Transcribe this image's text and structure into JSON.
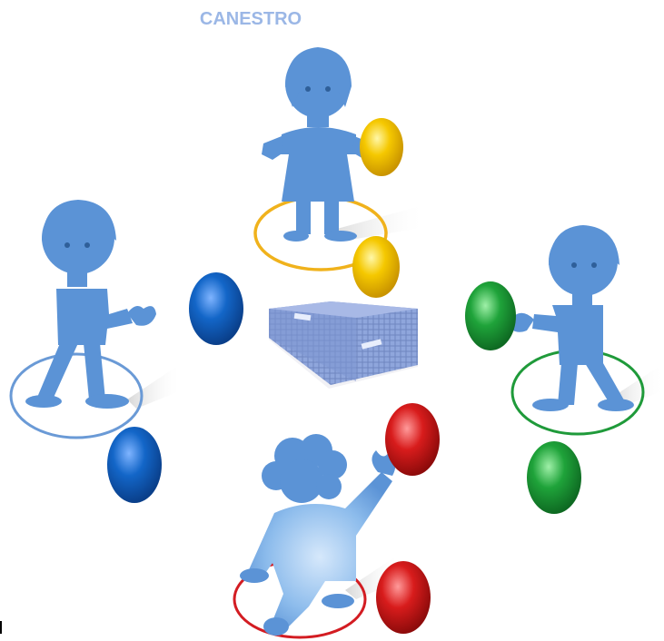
{
  "title": "CANESTRO",
  "colors": {
    "figure": "#5b93d6",
    "figure_light": "#a9cdf0",
    "basket": "#8fa6dc",
    "yellow": "#f5c800",
    "blue": "#1366c8",
    "green": "#1fa33a",
    "red": "#d81c1c",
    "ring_yellow": "#f0b21c",
    "ring_blue": "#6a9ad6",
    "ring_green": "#1f9a3a",
    "ring_red": "#d31c22"
  },
  "players": [
    {
      "id": "top",
      "kind": "girl",
      "ring_color": "yellow"
    },
    {
      "id": "left",
      "kind": "boy",
      "ring_color": "blue"
    },
    {
      "id": "right",
      "kind": "boy",
      "ring_color": "green"
    },
    {
      "id": "bottom",
      "kind": "child-throwing",
      "ring_color": "red"
    }
  ],
  "eggs": [
    {
      "color": "yellow",
      "count": 2
    },
    {
      "color": "blue",
      "count": 2
    },
    {
      "color": "green",
      "count": 2
    },
    {
      "color": "red",
      "count": 2
    }
  ],
  "icons": {
    "basket": "basket-icon",
    "egg": "egg-icon",
    "person": "person-silhouette-icon"
  }
}
